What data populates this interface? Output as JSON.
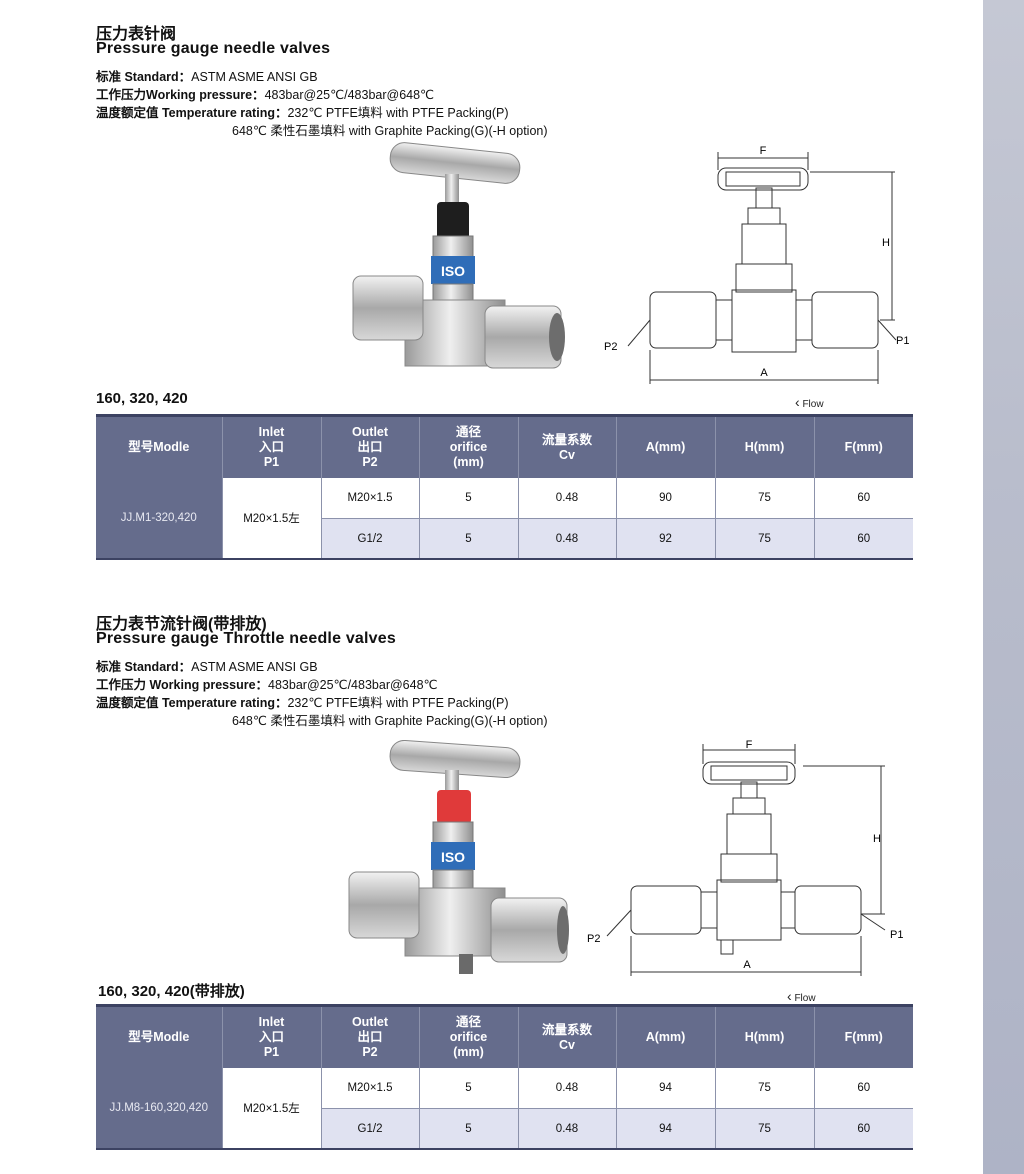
{
  "sections": [
    {
      "title_cn": "压力表针阀",
      "title_en": "Pressure gauge  needle valves",
      "standard_label": "标准 Standard：",
      "standard_value": "ASTM ASME ANSI GB",
      "pressure_label": "工作压力Working pressure：",
      "pressure_value": "483bar@25℃/483bar@648℃",
      "temp_label": "温度额定值 Temperature rating：",
      "temp_value": "232℃ PTFE填料 with PTFE Packing(P)",
      "temp_value2": "648℃ 柔性石墨填料 with Graphite Packing(G)(-H option)",
      "model_series": "160, 320, 420",
      "flow": "Flow",
      "dims": {
        "F": "F",
        "H": "H",
        "A": "A",
        "P1": "P1",
        "P2": "P2"
      },
      "headers": [
        "型号Modle",
        "Inlet\n入口\nP1",
        "Outlet\n出口\nP2",
        "通径\norifice\n(mm)",
        "流量系数\nCv",
        "A(mm)",
        "H(mm)",
        "F(mm)"
      ],
      "model": "JJ.M1-320,420",
      "inlet": "M20×1.5左",
      "rows": [
        {
          "outlet": "M20×1.5",
          "orifice": "5",
          "cv": "0.48",
          "a": "90",
          "h": "75",
          "f": "60"
        },
        {
          "outlet": "G1/2",
          "orifice": "5",
          "cv": "0.48",
          "a": "92",
          "h": "75",
          "f": "60"
        }
      ]
    },
    {
      "title_cn": "压力表节流针阀(带排放)",
      "title_en": "Pressure gauge Throttle  needle valves",
      "standard_label": "标准 Standard：",
      "standard_value": "ASTM ASME ANSI GB",
      "pressure_label": "工作压力 Working pressure：",
      "pressure_value": "483bar@25℃/483bar@648℃",
      "temp_label": "温度额定值 Temperature rating：",
      "temp_value": "232℃ PTFE填料 with PTFE Packing(P)",
      "temp_value2": "648℃ 柔性石墨填料 with Graphite Packing(G)(-H option)",
      "model_series": "160, 320, 420(带排放)",
      "flow": "Flow",
      "dims": {
        "F": "F",
        "H": "H",
        "A": "A",
        "P1": "P1",
        "P2": "P2"
      },
      "headers": [
        "型号Modle",
        "Inlet\n入口\nP1",
        "Outlet\n出口\nP2",
        "通径\norifice\n(mm)",
        "流量系数\nCv",
        "A(mm)",
        "H(mm)",
        "F(mm)"
      ],
      "model": "JJ.M8-160,320,420",
      "inlet": "M20×1.5左",
      "rows": [
        {
          "outlet": "M20×1.5",
          "orifice": "5",
          "cv": "0.48",
          "a": "94",
          "h": "75",
          "f": "60"
        },
        {
          "outlet": "G1/2",
          "orifice": "5",
          "cv": "0.48",
          "a": "94",
          "h": "75",
          "f": "60"
        }
      ]
    }
  ],
  "colors": {
    "header_bg": "#656c8c",
    "row_alt": "#e0e2f1",
    "sidebar": "#b9bdcc"
  },
  "photo_logo": "ISO"
}
